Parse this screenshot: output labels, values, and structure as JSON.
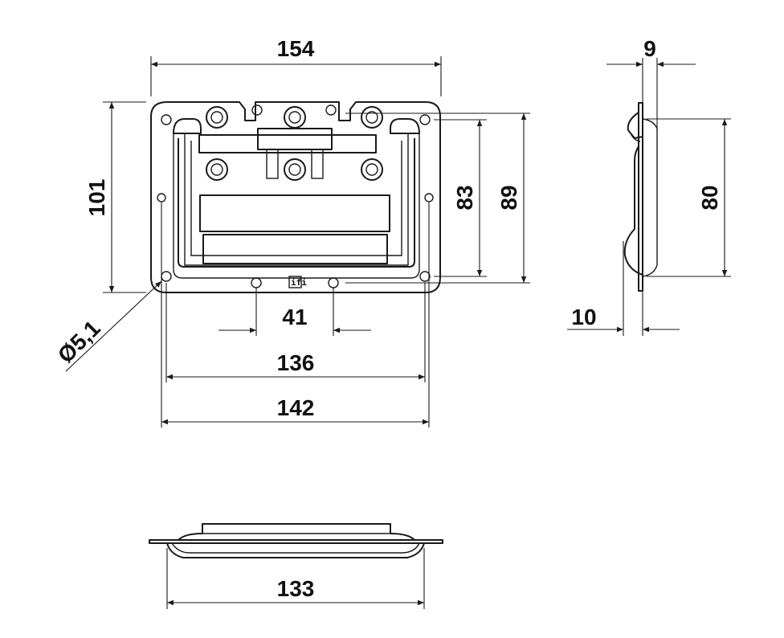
{
  "drawing": {
    "front_view": {
      "overall_width": "154",
      "overall_height": "101",
      "inner_height_a": "83",
      "inner_height_b": "89",
      "hole_spacing": "41",
      "inner_width": "136",
      "outer_hole_width": "142",
      "hole_diameter": "Ø5,1"
    },
    "side_view": {
      "flange_depth": "9",
      "height": "80",
      "depth": "10"
    },
    "bottom_view": {
      "width": "133"
    },
    "logo_glyph": "ifi",
    "line_color": "#1a1a1a",
    "background": "#ffffff"
  }
}
